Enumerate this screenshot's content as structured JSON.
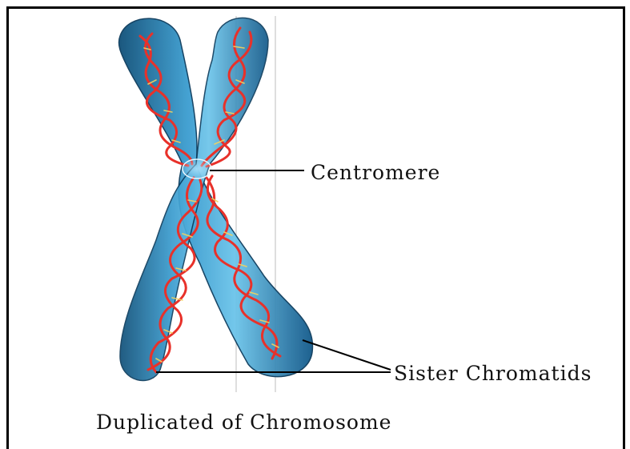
{
  "labels": {
    "centromere": "Centromere",
    "sister_chromatids": "Sister Chromatids",
    "caption": "Duplicated of Chromosome"
  },
  "colors": {
    "chromatid_fill": "#2f86b8",
    "chromatid_dark": "#0f4f78",
    "chromatid_light": "#7fd0f0",
    "dna_strand": "#e8312a",
    "dna_rung": "#f4d35e",
    "leader_line": "#000000",
    "frame": "#000000"
  }
}
